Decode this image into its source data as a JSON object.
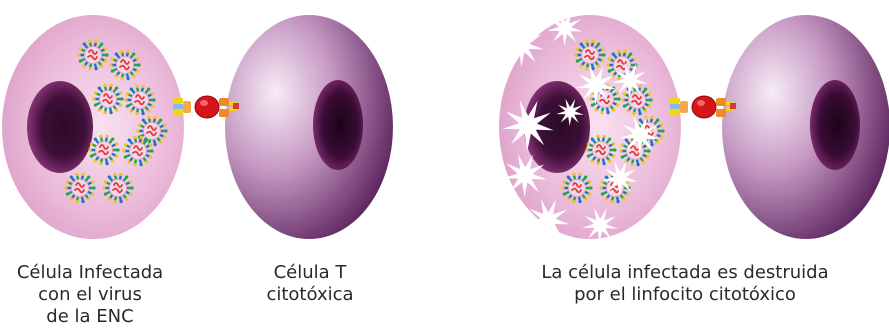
{
  "captions": {
    "infected_cell": [
      "Célula Infectada",
      "con el virus",
      "de la ENC"
    ],
    "t_cell": [
      "Célula T",
      "citotóxica"
    ],
    "destroyed": [
      "La célula infectada es destruida",
      "por el linfocito citotóxico"
    ]
  },
  "colors": {
    "infected_cytoplasm": "#e8b4d6",
    "infected_cytoplasm_light": "#f6dcec",
    "nucleus_dark": "#1a0718",
    "nucleus_mid": "#5a1a4a",
    "t_cell_light": "#f3e4f2",
    "t_cell_dark": "#6e2f6c",
    "virus_spike_green": "#1aa84a",
    "virus_spike_blue": "#1e73c8",
    "virus_core": "#e23a3a",
    "receptor_red": "#d8141b",
    "receptor_yellow": "#f2d21a",
    "receptor_orange": "#f08a24"
  },
  "panels": [
    {
      "name": "before-attack",
      "infected_damaged": false
    },
    {
      "name": "after-attack",
      "infected_damaged": true
    }
  ]
}
